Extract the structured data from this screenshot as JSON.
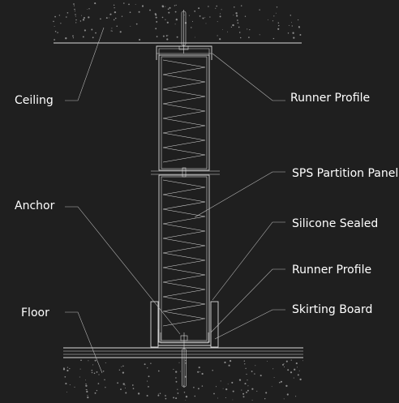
{
  "labels": {
    "ceiling": "Ceiling",
    "anchor": "Anchor",
    "floor": "Floor",
    "runner_top": "Runner Profile",
    "sps_panel": "SPS Partition Panel",
    "silicone": "Silicone Sealed",
    "runner_bottom": "Runner Profile",
    "skirting": "Skirting Board"
  },
  "colors": {
    "background": "#1f1f1f",
    "linework": "#d8d8d8",
    "text": "#ffffff"
  }
}
